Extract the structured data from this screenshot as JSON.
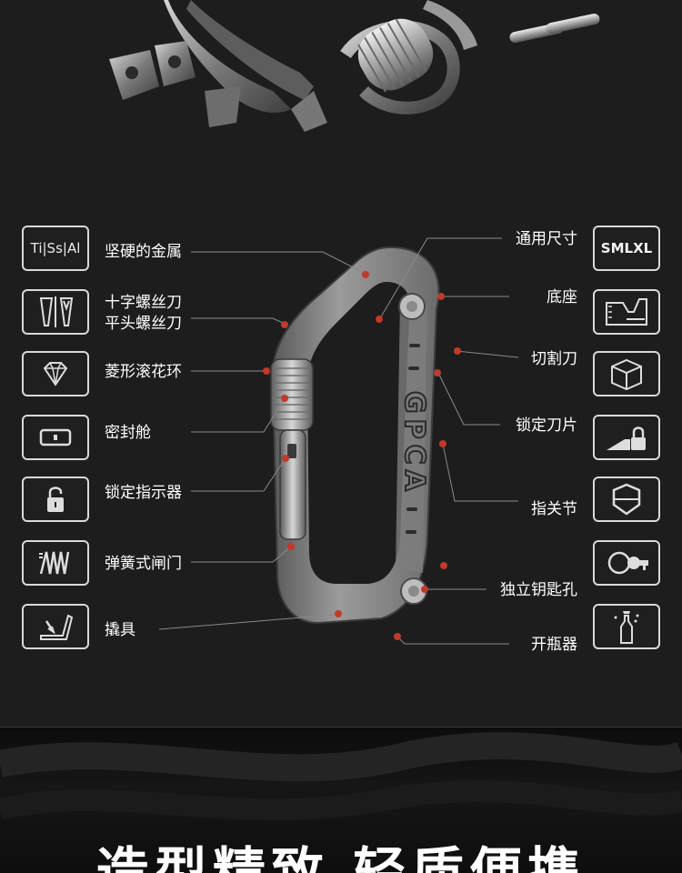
{
  "features_left": [
    {
      "id": "metal",
      "icon": "tissal-icon",
      "icon_text": "Ti|Ss|Al",
      "label": "坚硬的金属"
    },
    {
      "id": "screwdriver",
      "icon": "screwdriver-icon",
      "label": "十字螺丝刀",
      "label2": "平头螺丝刀"
    },
    {
      "id": "knurl",
      "icon": "diamond-icon",
      "label": "菱形滚花环"
    },
    {
      "id": "sealed",
      "icon": "capsule-icon",
      "label": "密封舱"
    },
    {
      "id": "lock-indicator",
      "icon": "padlock-icon",
      "label": "锁定指示器"
    },
    {
      "id": "spring-gate",
      "icon": "spring-icon",
      "label": "弹簧式闸门"
    },
    {
      "id": "pry",
      "icon": "pry-bar-icon",
      "label": "撬具"
    }
  ],
  "features_right": [
    {
      "id": "size",
      "icon": "size-icon",
      "icon_text": "SMLXL",
      "label": "通用尺寸"
    },
    {
      "id": "base",
      "icon": "ruler-icon",
      "label": "底座"
    },
    {
      "id": "cutter",
      "icon": "box-icon",
      "label": "切割刀"
    },
    {
      "id": "blade-lock",
      "icon": "blade-lock-icon",
      "label": "锁定刀片"
    },
    {
      "id": "knuckle",
      "icon": "shield-icon",
      "label": "指关节"
    },
    {
      "id": "key-hole",
      "icon": "key-icon",
      "label": "独立钥匙孔"
    },
    {
      "id": "opener",
      "icon": "bottle-icon",
      "label": "开瓶器"
    }
  ],
  "carabiner_logo": "GPCA",
  "slogan": "造型精致  轻质便携",
  "colors": {
    "background": "#1d1d1d",
    "accent_dot": "#c0392b",
    "icon_border": "#d9d9d9",
    "metal": "#8a8a8a"
  }
}
